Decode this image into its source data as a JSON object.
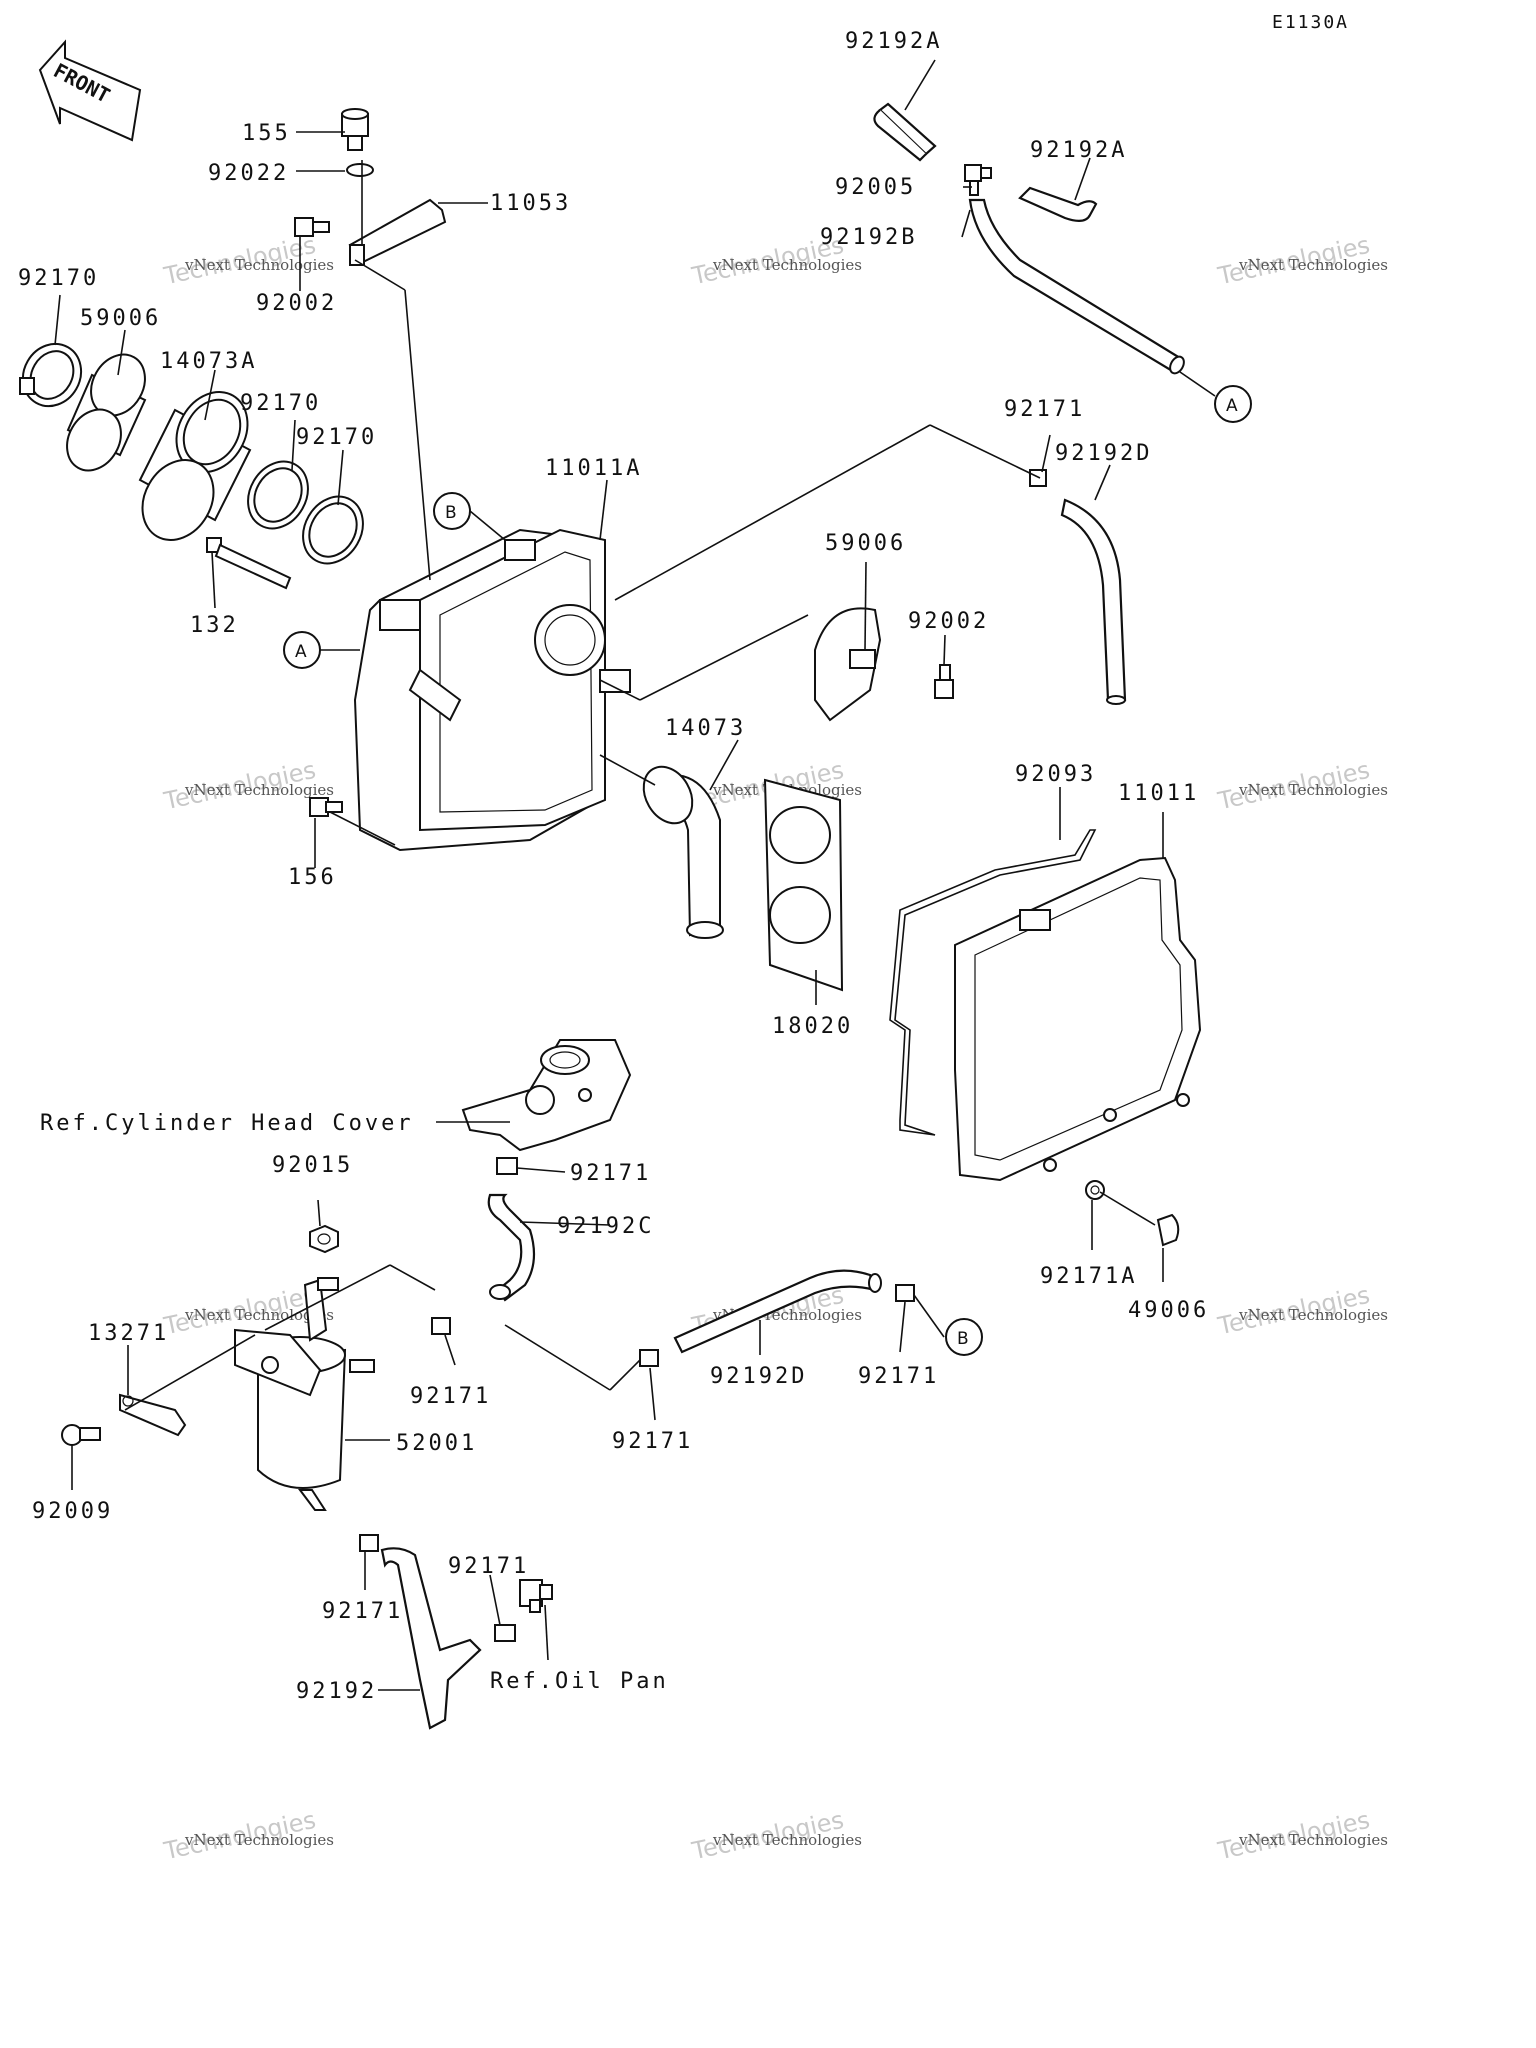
{
  "diagram_code": "E1130A",
  "front_label": "FRONT",
  "watermark": {
    "brand": "vNext Technologies",
    "big_text": "Technologies"
  },
  "callouts": [
    {
      "id": "A",
      "label": "A"
    },
    {
      "id": "B",
      "label": "B"
    }
  ],
  "part_labels": [
    "92192A",
    "92192A",
    "92005",
    "92192B",
    "155",
    "92022",
    "11053",
    "92002",
    "92170",
    "59006",
    "14073A",
    "92170",
    "92170",
    "11011A",
    "92171",
    "92192D",
    "132",
    "59006",
    "92002",
    "14073",
    "92093",
    "11011",
    "156",
    "18020",
    "Ref.Cylinder Head Cover",
    "92171",
    "92015",
    "92192C",
    "92171A",
    "49006",
    "13271",
    "92171",
    "92192D",
    "92171",
    "92171",
    "52001",
    "92009",
    "92171",
    "92171",
    "92192",
    "Ref.Oil Pan"
  ]
}
